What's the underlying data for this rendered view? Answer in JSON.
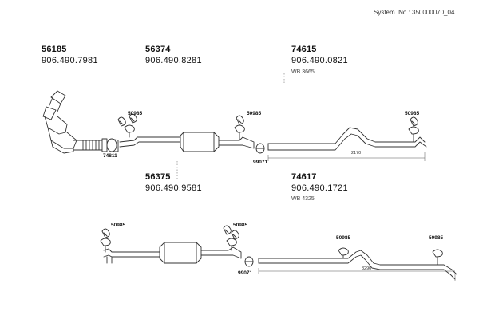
{
  "header": {
    "system_number": "System. No.: 350000070_04"
  },
  "parts": {
    "p56185": {
      "part_number": "56185",
      "oe_number": "906.490.7981"
    },
    "p56374": {
      "part_number": "56374",
      "oe_number": "906.490.8281"
    },
    "p74615": {
      "part_number": "74615",
      "oe_number": "906.490.0821",
      "wheelbase": "WB 3665"
    },
    "p56375": {
      "part_number": "56375",
      "oe_number": "906.490.9581"
    },
    "p74617": {
      "part_number": "74617",
      "oe_number": "906.490.1721",
      "wheelbase": "WB 4325"
    }
  },
  "callouts": {
    "hanger_a": "50985",
    "hanger_b": "50985",
    "hanger_c": "50985",
    "clamp_a": "74811",
    "clamp_b": "99071",
    "hanger_d": "50985",
    "hanger_e": "50985",
    "clamp_c": "99071",
    "hanger_f": "50985",
    "hanger_g": "50985"
  },
  "dimensions": {
    "length_a": "2170",
    "length_b": "3290"
  }
}
